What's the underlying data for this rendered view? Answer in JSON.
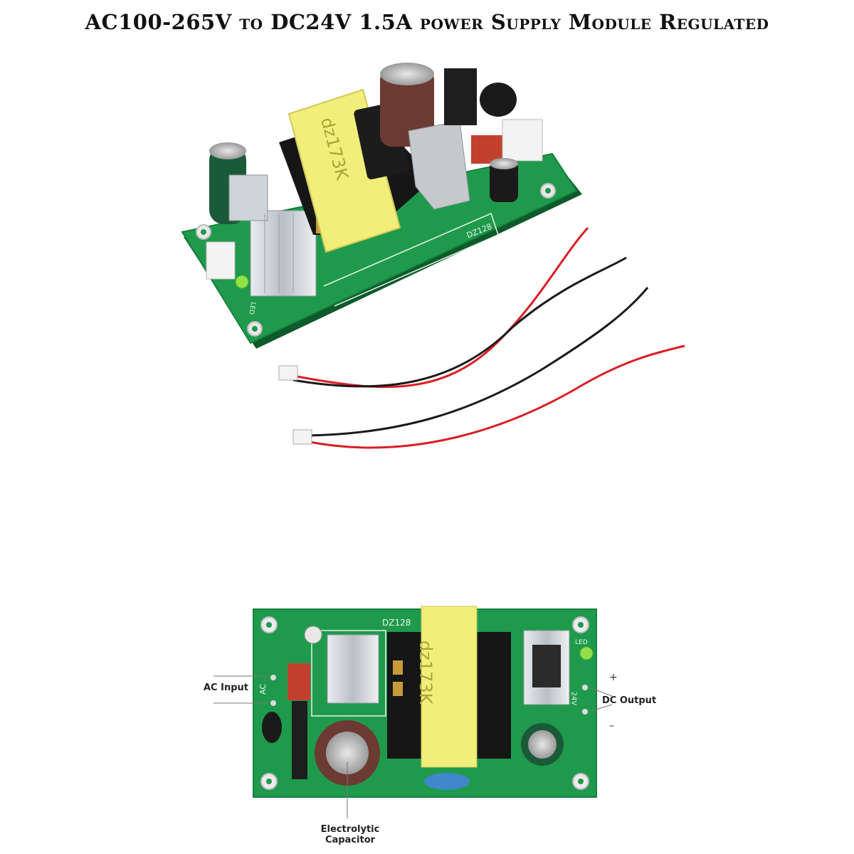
{
  "title": "AC100-265V to DC24V 1.5A power Supply Module Regulated",
  "top_board": {
    "transformer_marking": "dz173K",
    "silkscreen_model": "DZ128",
    "silkscreen_led": "LED"
  },
  "bottom_board": {
    "transformer_marking": "dz173K",
    "silkscreen_model": "DZ128",
    "silkscreen_ac": "AC",
    "silkscreen_led": "LED",
    "silkscreen_voltage": "24V"
  },
  "labels": {
    "ac_input": "AC Input",
    "dc_output": "DC Output",
    "electrolytic_line1": "Electrolytic",
    "electrolytic_line2": "Capacitor",
    "plus": "+",
    "minus": "–"
  },
  "colors": {
    "pcb_green": "#1f9a4c",
    "transformer_yellow": "#f2ee7a",
    "wire_red": "#d81e24",
    "wire_black": "#1a1a1a",
    "capacitor_brown": "#6b3a32"
  }
}
